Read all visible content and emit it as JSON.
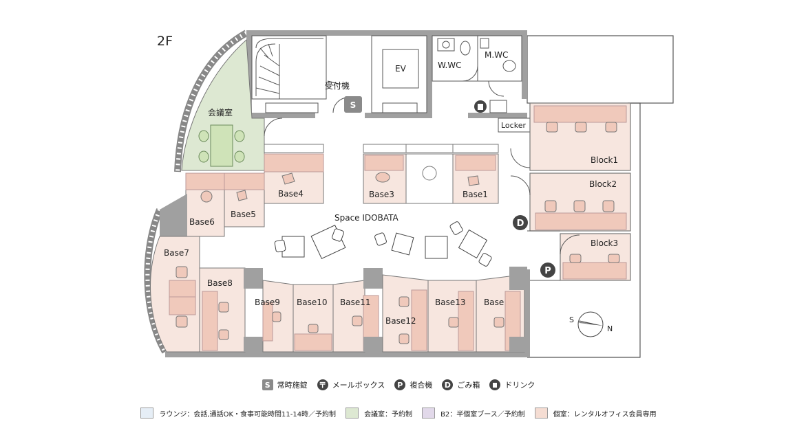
{
  "floor_label": "2F",
  "rooms": {
    "meeting": "会議室",
    "reception": "受付機",
    "ev": "EV",
    "w_wc": "W.WC",
    "m_wc": "M.WC",
    "locker": "Locker",
    "lounge": "Space IDOBATA",
    "block1": "Block1",
    "block2": "Block2",
    "block3": "Block3",
    "base1": "Base1",
    "base3": "Base3",
    "base4": "Base4",
    "base5": "Base5",
    "base6": "Base6",
    "base7": "Base7",
    "base8": "Base8",
    "base9": "Base9",
    "base10": "Base10",
    "base11": "Base11",
    "base12": "Base12",
    "base13": "Base13",
    "base14": "Base"
  },
  "markers": {
    "s": "S",
    "d": "D",
    "p": "P"
  },
  "compass": {
    "south": "S",
    "north": "N"
  },
  "symbol_legend": [
    {
      "symbol": "S",
      "icon": "lock-icon",
      "label": "常時施錠"
    },
    {
      "symbol": "〒",
      "icon": "mail-icon",
      "label": "メールボックス"
    },
    {
      "symbol": "P",
      "icon": "printer-icon",
      "label": "複合機"
    },
    {
      "symbol": "D",
      "icon": "trash-icon",
      "label": "ごみ箱"
    },
    {
      "symbol": "",
      "icon": "drink-icon",
      "label": "ドリンク"
    }
  ],
  "area_legend": [
    {
      "color": "#e6eef6",
      "label": "ラウンジ：会話,通話OK・食事可能時間11-14時／予約制"
    },
    {
      "color": "#dde8d2",
      "label": "会議室：予約制"
    },
    {
      "color": "#e2d9ea",
      "label": "B2：半個室ブース／予約制"
    },
    {
      "color": "#f5ddd3",
      "label": "個室：レンタルオフィス会員専用"
    }
  ],
  "colors": {
    "wall": "#a0a0a0",
    "wall_dark": "#8a8a8a",
    "private_room": "#f7e6df",
    "desk": "#f0c9bb",
    "meeting": "#dde8d2",
    "meeting_table": "#cfe3b8",
    "marker": "#444444"
  }
}
